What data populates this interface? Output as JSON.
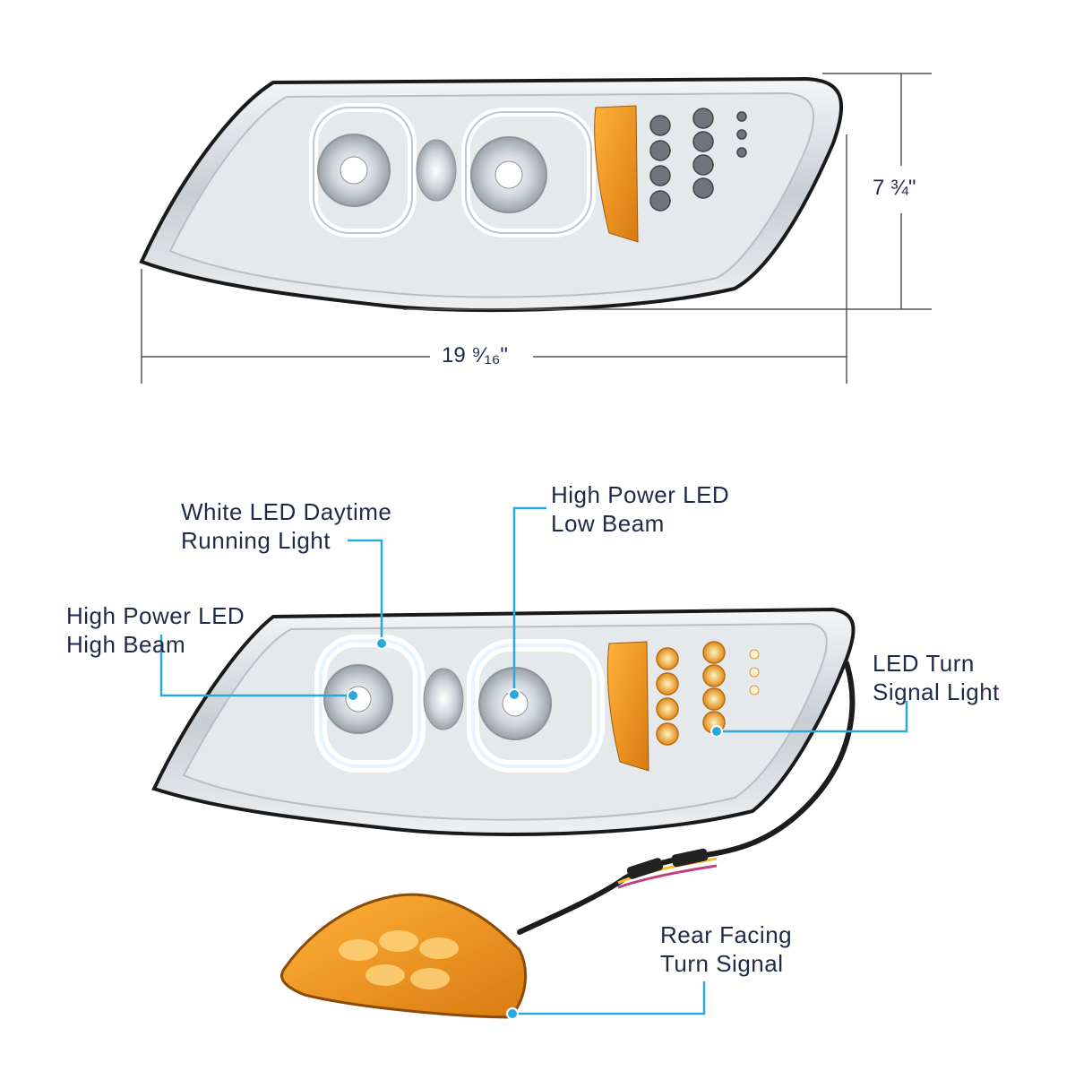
{
  "dimensions": {
    "height": "7 ¾\"",
    "width": "19 ⁹⁄₁₆\""
  },
  "callouts": {
    "drl": {
      "line1": "White LED Daytime",
      "line2": "Running Light"
    },
    "low_beam": {
      "line1": "High Power LED",
      "line2": "Low Beam"
    },
    "high_beam": {
      "line1": "High Power LED",
      "line2": "High Beam"
    },
    "turn_signal": {
      "line1": "LED Turn",
      "line2": "Signal Light"
    },
    "rear_turn": {
      "line1": "Rear Facing",
      "line2": "Turn Signal"
    }
  },
  "colors": {
    "callout_line": "#29a9d9",
    "text": "#1f2a4a",
    "dimension_line": "#555555",
    "chrome": "#d9dde2",
    "amber": "#f0a020"
  }
}
